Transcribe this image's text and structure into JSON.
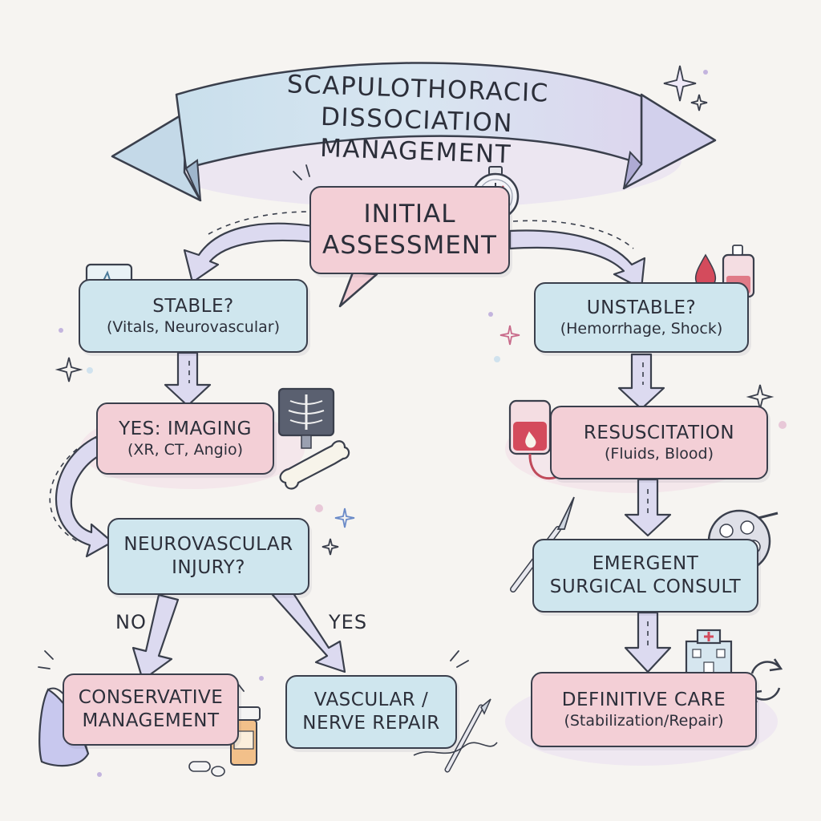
{
  "title": {
    "line1": "SCAPULOTHORACIC DISSOCIATION",
    "line2": "MANAGEMENT"
  },
  "nodes": {
    "initial": {
      "line1": "INITIAL",
      "line2": "ASSESSMENT"
    },
    "stable": {
      "line1": "STABLE?",
      "line2": "(Vitals, Neurovascular)"
    },
    "unstable": {
      "line1": "UNSTABLE?",
      "line2": "(Hemorrhage, Shock)"
    },
    "imaging": {
      "line1": "YES: IMAGING",
      "line2": "(XR, CT, Angio)"
    },
    "resuscitation": {
      "line1": "RESUSCITATION",
      "line2": "(Fluids, Blood)"
    },
    "neuro": {
      "line1": "NEUROVASCULAR",
      "line2": "INJURY?"
    },
    "surgical": {
      "line1": "EMERGENT",
      "line2": "SURGICAL CONSULT"
    },
    "conservative": {
      "line1": "CONSERVATIVE",
      "line2": "MANAGEMENT"
    },
    "vascular": {
      "line1": "VASCULAR /",
      "line2": "NERVE REPAIR"
    },
    "definitive": {
      "line1": "DEFINITIVE CARE",
      "line2": "(Stabilization/Repair)"
    }
  },
  "branches": {
    "no": "NO",
    "yes": "YES"
  },
  "icons": [
    "stopwatch-icon",
    "heart-monitor-icon",
    "blood-drop-icon",
    "iv-bag-icon",
    "xray-icon",
    "bone-icon",
    "blood-bag-icon",
    "scalpel-icon",
    "surgical-light-icon",
    "hospital-icon",
    "refresh-icon",
    "sling-icon",
    "pill-bottle-icon",
    "sparkle-icon"
  ],
  "colors": {
    "box_blue": "#cfe6ee",
    "box_pink": "#f3cfd6",
    "arrow_fill": "#dcdaf0",
    "outline": "#3a3f4c",
    "banner": "#cfe2ee"
  }
}
